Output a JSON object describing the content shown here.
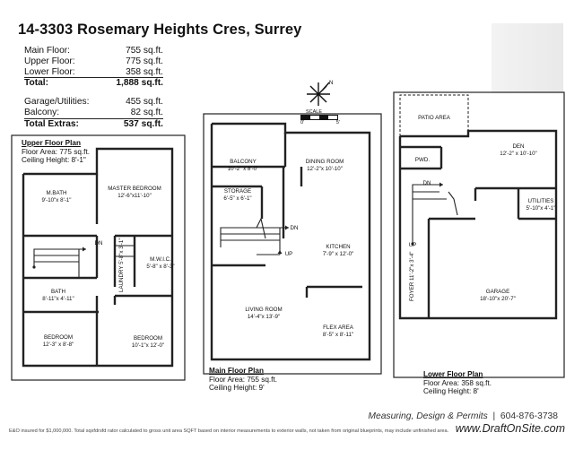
{
  "title": "14-3303 Rosemary Heights Cres, Surrey",
  "areas": [
    {
      "label": "Main Floor:",
      "value": "755 sq.ft."
    },
    {
      "label": "Upper Floor:",
      "value": "775 sq.ft."
    },
    {
      "label": "Lower Floor:",
      "value": "358 sq.ft."
    },
    {
      "label": "Total:",
      "value": "1,888 sq.ft."
    },
    {
      "label": "Garage/Utilities:",
      "value": "455 sq.ft."
    },
    {
      "label": "Balcony:",
      "value": "82 sq.ft."
    },
    {
      "label": "Total Extras:",
      "value": "537 sq.ft."
    }
  ],
  "upper": {
    "heading": "Upper Floor Plan",
    "area": "Floor Area: 775 sq.ft.",
    "ceiling": "Ceiling Height: 8'-1\"",
    "rooms": {
      "mbath_n": "M.BATH",
      "mbath_d": "9'-10\"x 8'-1\"",
      "master_n": "MASTER BEDROOM",
      "master_d": "12'-6\"x11'-10\"",
      "dn": "DN",
      "mwic_n": "M.W.I.C.",
      "mwic_d": "5'-8\" x 8'-3\"",
      "laundry": "LAUNDRY 5'-8\"x 3'-1\"",
      "bath_n": "BATH",
      "bath_d": "8'-11\"x 4'-11\"",
      "bed1_n": "BEDROOM",
      "bed1_d": "12'-3\" x 8'-8\"",
      "bed2_n": "BEDROOM",
      "bed2_d": "10'-1\"x 12'-0\""
    }
  },
  "main": {
    "heading": "Main Floor Plan",
    "area": "Floor Area: 755 sq.ft.",
    "ceiling": "Ceiling Height: 9'",
    "scale": "SCALE",
    "scale0": "0'",
    "scale5": "5'",
    "rooms": {
      "balcony_n": "BALCONY",
      "balcony_d": "10'-2\" x 8'-0\"",
      "dining_n": "DINING ROOM",
      "dining_d": "12'-2\"x 10'-10\"",
      "storage_n": "STORAGE",
      "storage_d": "6'-5\" x 6'-1\"",
      "dn": "DN",
      "up": "UP",
      "kitchen_n": "KITCHEN",
      "kitchen_d": "7'-9\" x 12'-0\"",
      "living_n": "LIVING ROOM",
      "living_d": "14'-4\"x 13'-9\"",
      "flex_n": "FLEX AREA",
      "flex_d": "8'-5\" x 8'-11\""
    }
  },
  "lower": {
    "heading": "Lower Floor Plan",
    "area": "Floor Area: 358 sq.ft.",
    "ceiling": "Ceiling Height: 8'",
    "rooms": {
      "patio": "PATIO AREA",
      "den_n": "DEN",
      "den_d": "12'-2\" x 10'-10\"",
      "pwd": "PWD.",
      "dn": "DN",
      "up": "UP",
      "util_n": "UTILITIES",
      "util_d": "5'-10\"x 4'-1\"",
      "foyer": "FOYER 11'-2\"x 3'-4\"",
      "garage_n": "GARAGE",
      "garage_d": "18'-10\"x 20'-7\""
    }
  },
  "footer": {
    "services": "Measuring, Design & Permits",
    "phone": "604-876-3738",
    "disclaimer": "E&O insured for $1,000,000. Total sqxfdrsfd rator calculated to gross unit area SQFT based on interior measurements to exterior walls, not taken from original blueprints, may include unfinished area.",
    "site": "www.DraftOnSite.com"
  }
}
